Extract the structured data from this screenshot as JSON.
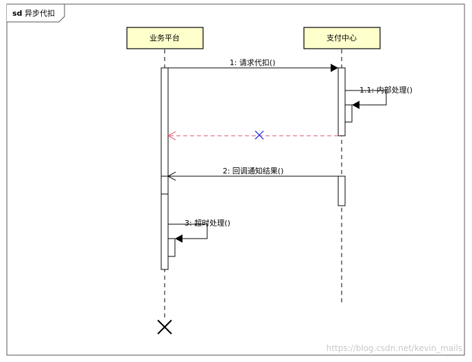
{
  "frame": {
    "keyword": "sd",
    "title": "异步代扣"
  },
  "lifelines": {
    "platform": {
      "name": "业务平台"
    },
    "payment": {
      "name": "支付中心"
    }
  },
  "messages": {
    "m1": {
      "label": "1: 请求代扣()"
    },
    "m1_1": {
      "label": "1.1: 内部处理()"
    },
    "m2": {
      "label": "2: 回调通知结果()"
    },
    "m3": {
      "label": "3: 超时处理()"
    }
  },
  "watermark": {
    "text": "https://blog.csdn.net/kevin_mails"
  },
  "colors": {
    "lifeline_fill": "#ffffcc",
    "return_arrow": "#e0506a",
    "lost_marker": "#2a2ad8",
    "stroke": "#000000"
  }
}
